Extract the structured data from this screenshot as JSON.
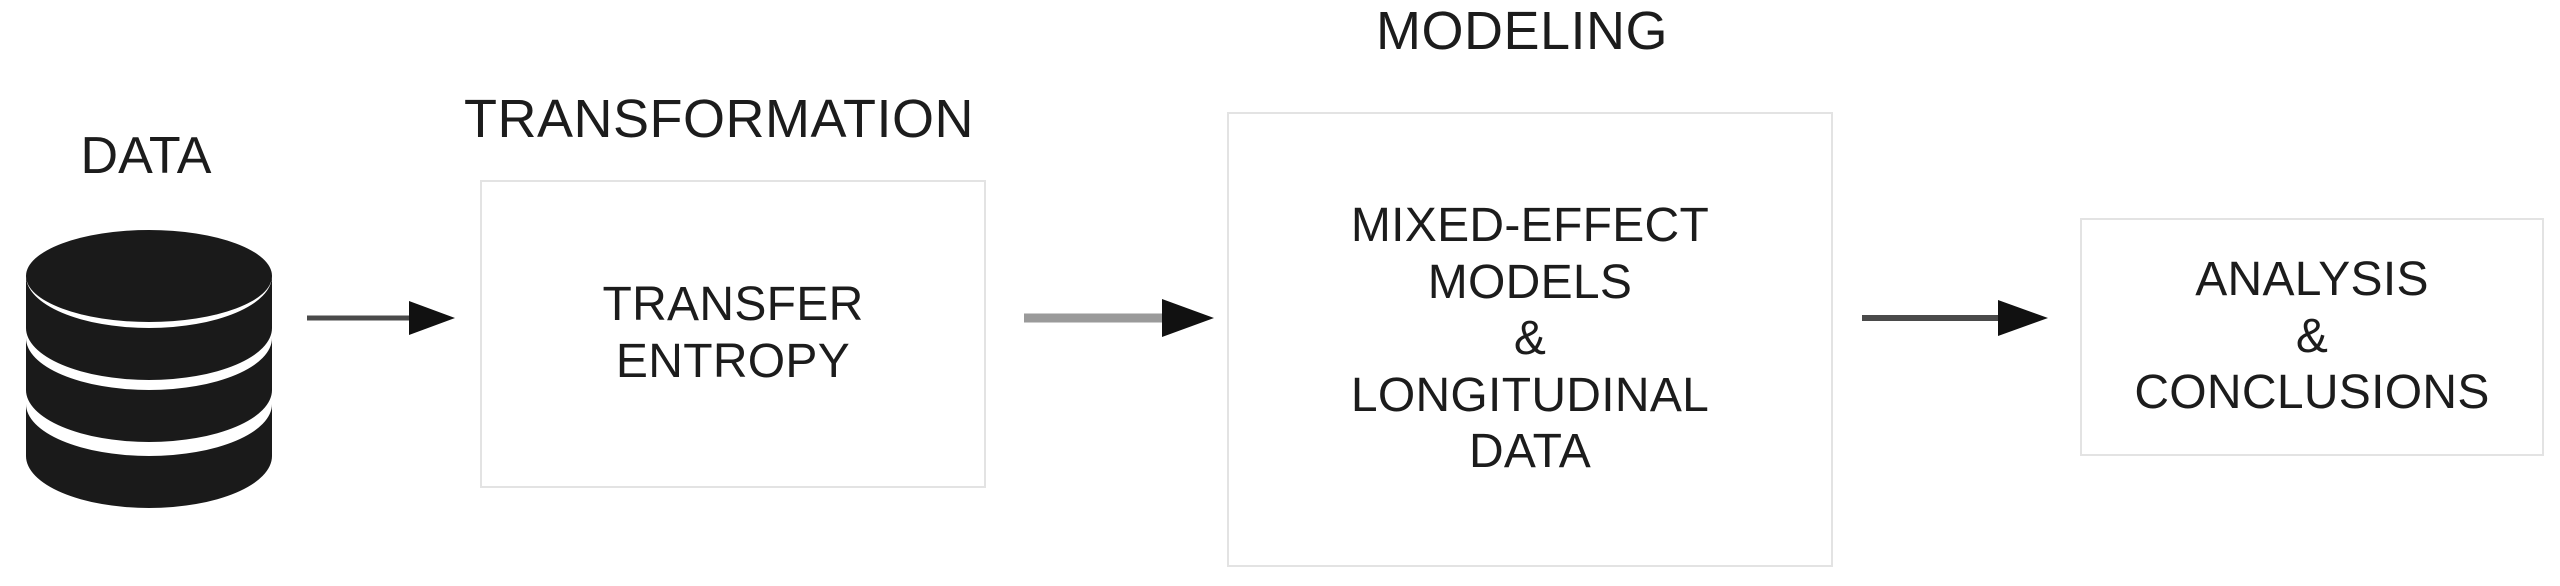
{
  "diagram": {
    "title_flow": "Data analysis pipeline",
    "background_color": "#ffffff",
    "text_color": "#1c1c1c",
    "box_border_color": "#e3e3e3",
    "icon_color": "#1a1a1a",
    "arrow_color": "#3f3f3f"
  },
  "stages": {
    "data": {
      "label": "DATA",
      "icon": "database-cylinder-icon",
      "disc_count": 3
    },
    "transformation": {
      "heading": "TRANSFORMATION",
      "box_lines": [
        "TRANSFER",
        "ENTROPY"
      ]
    },
    "modeling": {
      "heading": "MODELING",
      "box_lines": [
        "MIXED-EFFECT",
        "MODELS",
        "&",
        "LONGITUDINAL",
        "DATA"
      ]
    },
    "analysis": {
      "heading": "",
      "box_lines": [
        "ANALYSIS",
        "&",
        "CONCLUSIONS"
      ]
    }
  },
  "arrows": [
    {
      "name": "arrow-data-to-transformation",
      "direction": "right"
    },
    {
      "name": "arrow-transformation-to-modeling",
      "direction": "right"
    },
    {
      "name": "arrow-modeling-to-analysis",
      "direction": "right"
    }
  ]
}
